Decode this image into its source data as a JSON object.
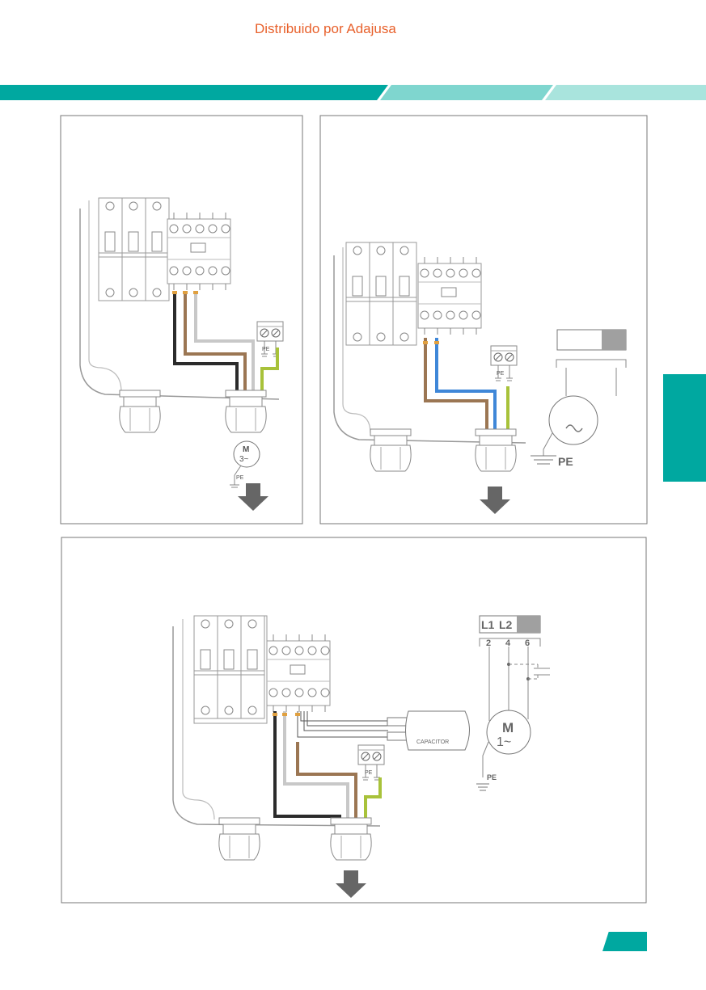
{
  "header": {
    "distributor_text": "Distribuido por Adajusa"
  },
  "colors": {
    "accent": "#00a8a0",
    "accent_light": "#7fd6cf",
    "header_text": "#e8612c",
    "wire_black": "#2b2b2b",
    "wire_brown": "#9b7653",
    "wire_grey": "#c8c8c8",
    "wire_blue": "#3f87d8",
    "wire_earth": "#a8c23a"
  },
  "panel_three_phase": {
    "pe_label": "PE",
    "motor_label": "M",
    "motor_phase": "3~",
    "motor_pe_label": "PE"
  },
  "panel_single_phase": {
    "pe_label": "PE",
    "ground_label": "PE"
  },
  "panel_capacitor": {
    "pe_label": "PE",
    "capacitor_label": "CAPACITOR",
    "terminal_line_labels": [
      "L1",
      "L2"
    ],
    "terminal_numbers": [
      "2",
      "4",
      "6"
    ],
    "motor_label": "M",
    "motor_phase": "1~",
    "ground_label": "PE"
  }
}
